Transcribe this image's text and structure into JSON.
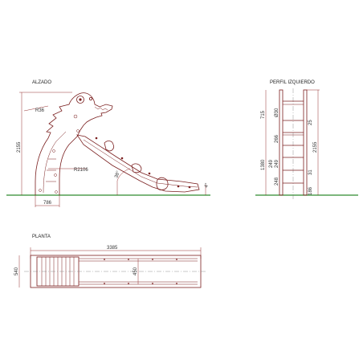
{
  "views": {
    "elevation": "ALZADO",
    "side": "PERFIL IZQUIERDO",
    "plan": "PLANTA"
  },
  "dims": {
    "r36": "R36",
    "h2155_left": "2155",
    "r2106": "R2106",
    "angle38": "38°",
    "angle4": "4°",
    "w786": "786",
    "d715": "715",
    "d30": "Ø30",
    "d25": "25",
    "d266": "266",
    "d1380": "1380",
    "d249a": "249",
    "d249b": "249",
    "d248": "248",
    "d31": "31",
    "d186": "186",
    "h2155_right": "2155",
    "w3385": "3385",
    "w540": "540",
    "w450": "450"
  }
}
